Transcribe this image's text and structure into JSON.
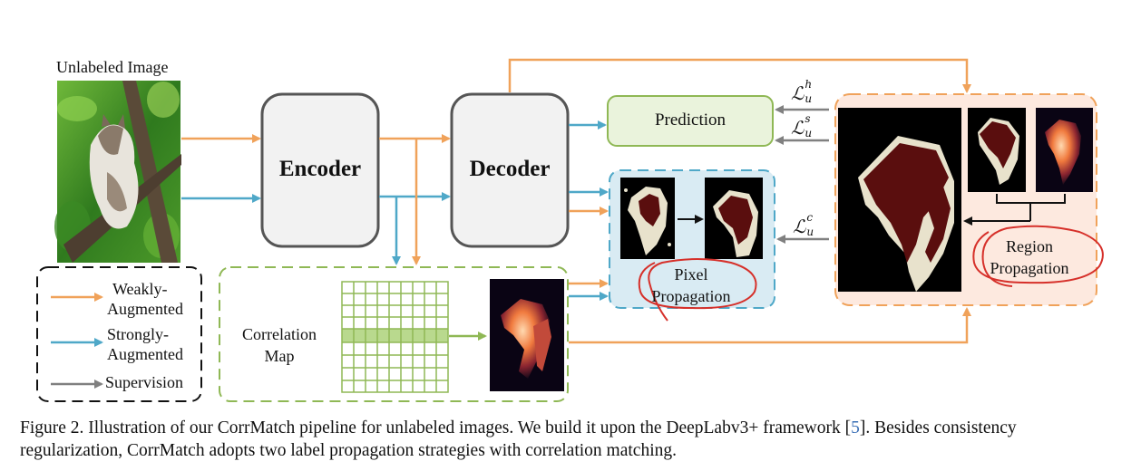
{
  "labels": {
    "unlabeled_image": "Unlabeled Image",
    "encoder": "Encoder",
    "decoder": "Decoder",
    "prediction": "Prediction",
    "correlation_map_line1": "Correlation",
    "correlation_map_line2": "Map",
    "pixel_propagation_line1": "Pixel",
    "pixel_propagation_line2": "Propagation",
    "region_propagation_line1": "Region",
    "region_propagation_line2": "Propagation"
  },
  "losses": {
    "loss_h": {
      "base": "ℒ",
      "sup": "h",
      "sub": "u"
    },
    "loss_s": {
      "base": "ℒ",
      "sup": "s",
      "sub": "u"
    },
    "loss_c": {
      "base": "ℒ",
      "sup": "c",
      "sub": "u"
    }
  },
  "legend": {
    "weak_line1": "Weakly-",
    "weak_line2": "Augmented",
    "strong_line1": "Strongly-",
    "strong_line2": "Augmented",
    "supervision": "Supervision"
  },
  "caption": {
    "part1": "Figure 2. Illustration of our CorrMatch pipeline for unlabeled images. We build it upon the DeepLabv3+ framework [",
    "ref": "5",
    "part2": "]. Besides consistency regularization, CorrMatch adopts two label propagation strategies with correlation matching."
  },
  "colors": {
    "weak": "#f0a25a",
    "strong": "#4fa8c8",
    "supervision": "#808080",
    "green": "#8fb855",
    "red_annotation": "#d6302a"
  }
}
